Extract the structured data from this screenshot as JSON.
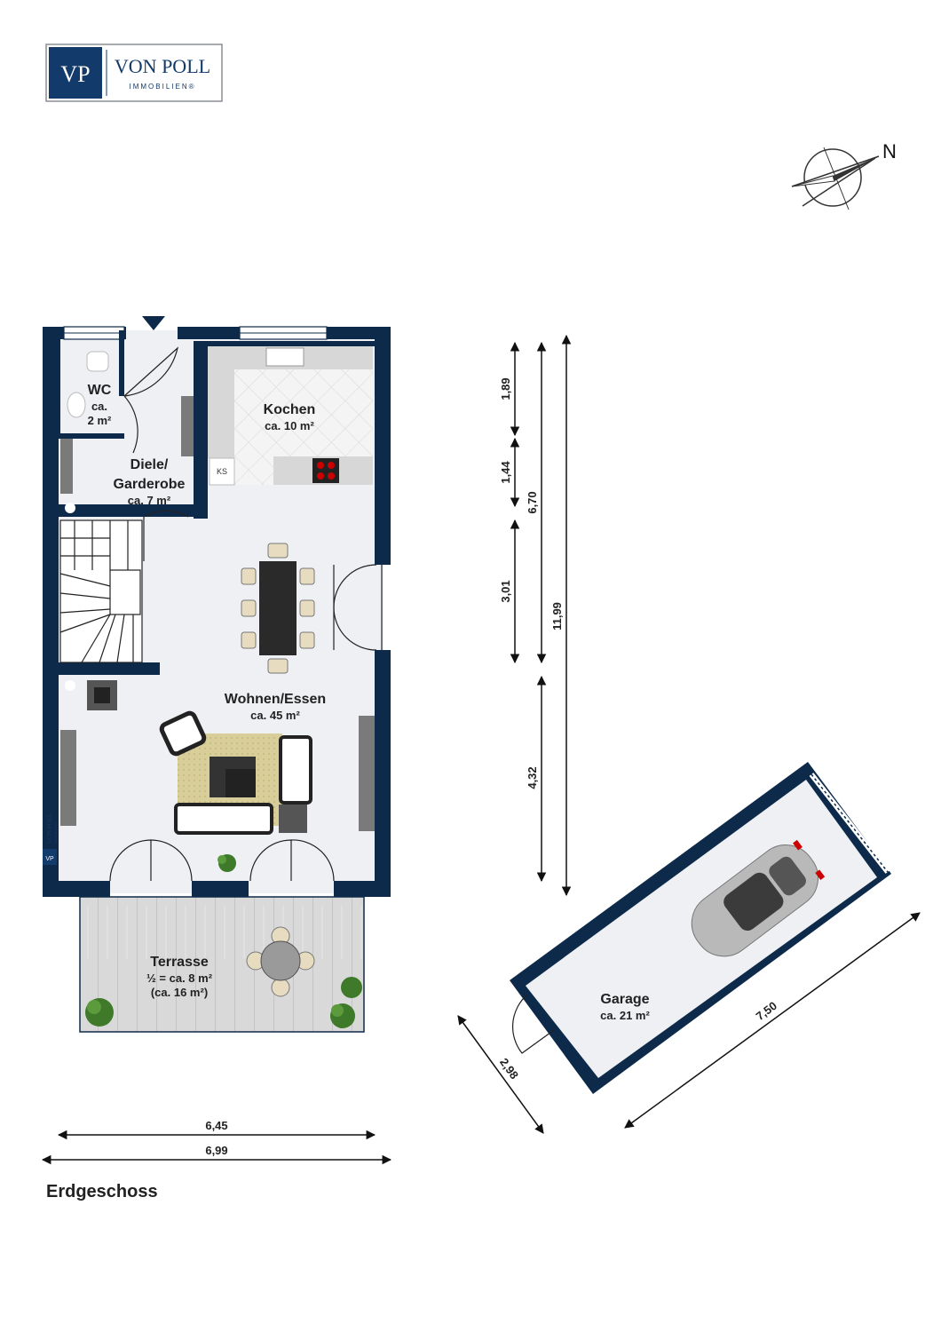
{
  "logo": {
    "monogram": "VP",
    "name": "VON POLL",
    "tagline": "IMMOBILIEN®"
  },
  "compass": {
    "north_label": "N"
  },
  "rooms": {
    "wc": {
      "name": "WC",
      "area_line1": "ca.",
      "area_line2": "2 m²"
    },
    "diele": {
      "name_line1": "Diele/",
      "name_line2": "Garderobe",
      "area": "ca. 7 m²"
    },
    "kochen": {
      "name": "Kochen",
      "area": "ca. 10 m²",
      "fridge": "KS"
    },
    "wohnen": {
      "name": "Wohnen/Essen",
      "area": "ca. 45 m²"
    },
    "terrasse": {
      "name": "Terrasse",
      "area_line1": "½ = ca. 8 m²",
      "area_line2": "(ca. 16 m²)"
    },
    "garage": {
      "name": "Garage",
      "area": "ca. 21 m²"
    }
  },
  "wall_sign": {
    "brand_text": "VON POLL",
    "brand_sub": "IMMOBILIEN",
    "mark": "VP"
  },
  "dimensions": {
    "vertical": [
      "1,89",
      "1,44",
      "6,70",
      "3,01",
      "11,99",
      "4,32"
    ],
    "horizontal": [
      "6,45",
      "6,99"
    ],
    "garage_length": "7,50",
    "garage_width": "2,98"
  },
  "floor_label": "Erdgeschoss",
  "colors": {
    "wall": "#0e2a4a",
    "floor": "#eef0f4",
    "terrace": "#d6d6d6",
    "rug": "#d9cf9c",
    "counter": "#d7d7d7"
  }
}
